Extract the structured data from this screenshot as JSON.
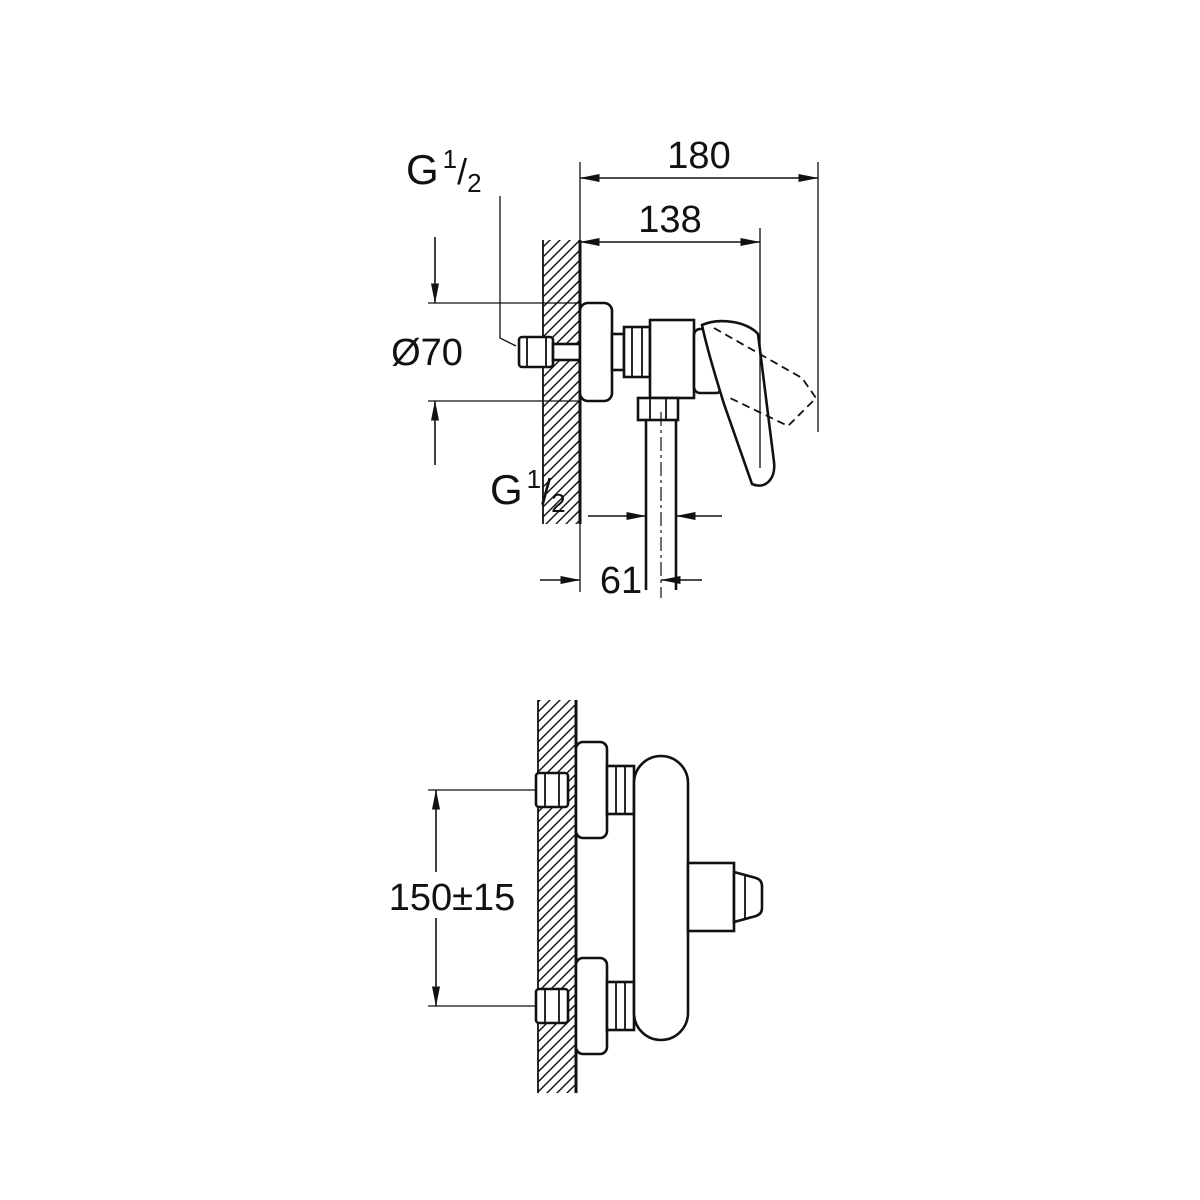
{
  "page": {
    "background": "#ffffff",
    "line_color": "#111111"
  },
  "views": {
    "side_view": {
      "labels": {
        "thread_wall": {
          "prefix": "G",
          "numerator": "1",
          "slash": "/",
          "denominator": "2"
        },
        "width_total": "180",
        "width_body": "138",
        "escutcheon_diameter": "Ø70",
        "thread_outlet": {
          "prefix": "G",
          "numerator": "1",
          "slash": "/",
          "denominator": "2"
        },
        "outlet_offset": "61"
      }
    },
    "front_view": {
      "labels": {
        "connection_spacing": "150±15"
      }
    }
  }
}
